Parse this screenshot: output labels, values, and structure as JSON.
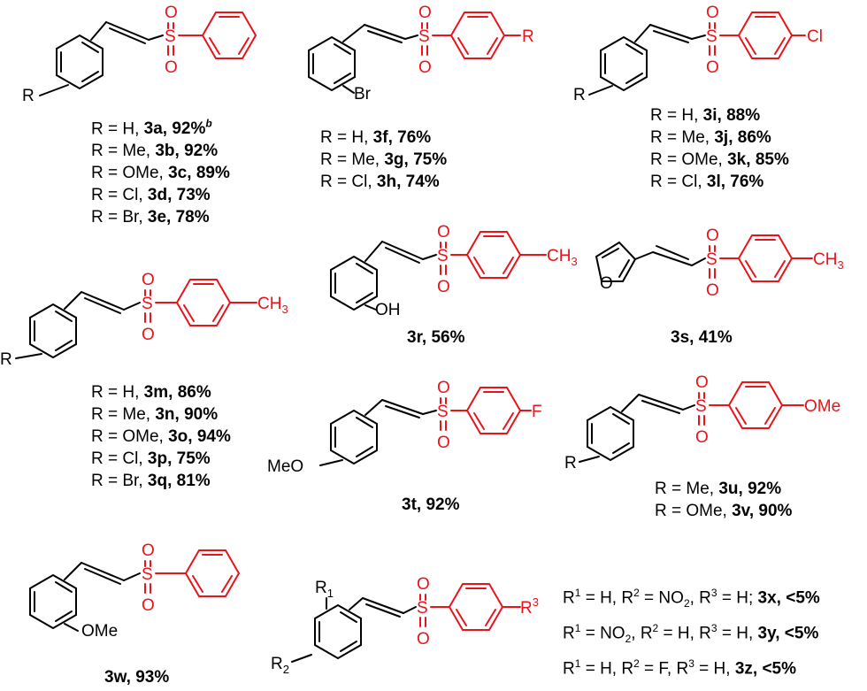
{
  "atoms": {
    "R": "R",
    "S": "S",
    "O": "O",
    "Br": "Br",
    "Cl": "Cl",
    "F": "F",
    "CH3": "CH",
    "CH3_sub": "3",
    "OH": "OH",
    "MeO": "MeO",
    "OMe": "OMe",
    "R1": "R",
    "R1_sub": "1",
    "R2": "R",
    "R2_sub": "2",
    "R3": "R",
    "R3_sup": "3"
  },
  "groups": {
    "g1": [
      {
        "pre": "R = H, ",
        "cpd": "3a",
        "yield": "92%",
        "note": "b"
      },
      {
        "pre": "R = Me, ",
        "cpd": "3b",
        "yield": "92%"
      },
      {
        "pre": "R = OMe, ",
        "cpd": "3c",
        "yield": "89%"
      },
      {
        "pre": "R = Cl, ",
        "cpd": "3d",
        "yield": "73%"
      },
      {
        "pre": "R = Br, ",
        "cpd": "3e",
        "yield": "78%"
      }
    ],
    "g2": [
      {
        "pre": "R = H, ",
        "cpd": "3f",
        "yield": "76%"
      },
      {
        "pre": "R = Me, ",
        "cpd": "3g",
        "yield": "75%"
      },
      {
        "pre": "R = Cl, ",
        "cpd": "3h",
        "yield": "74%"
      }
    ],
    "g3": [
      {
        "pre": "R = H, ",
        "cpd": "3i",
        "yield": "88%"
      },
      {
        "pre": "R = Me, ",
        "cpd": "3j",
        "yield": "86%"
      },
      {
        "pre": "R = OMe, ",
        "cpd": "3k",
        "yield": "85%"
      },
      {
        "pre": "R = Cl, ",
        "cpd": "3l",
        "yield": "76%"
      }
    ],
    "g4": [
      {
        "pre": "R = H, ",
        "cpd": "3m",
        "yield": "86%"
      },
      {
        "pre": "R = Me, ",
        "cpd": "3n",
        "yield": "90%"
      },
      {
        "pre": "R = OMe, ",
        "cpd": "3o",
        "yield": "94%"
      },
      {
        "pre": "R = Cl, ",
        "cpd": "3p",
        "yield": "75%"
      },
      {
        "pre": "R = Br, ",
        "cpd": "3q",
        "yield": "81%"
      }
    ],
    "g5": [
      {
        "pre": "R = Me, ",
        "cpd": "3u",
        "yield": "92%"
      },
      {
        "pre": "R = OMe, ",
        "cpd": "3v",
        "yield": "90%"
      }
    ]
  },
  "singles": {
    "r": "3r, 56%",
    "s": "3s, 41%",
    "t": "3t, 92%",
    "w": "3w, 93%"
  },
  "last": [
    {
      "a": "R",
      "a_sup": "1",
      "a_val": " = H, ",
      "b": "R",
      "b_sup": "2",
      "b_val": " = NO",
      "b_sub": "2",
      "c": ", R",
      "c_sup": "3",
      "c_val": " = H; ",
      "cpd": "3x, <5%"
    },
    {
      "a": "R",
      "a_sup": "1",
      "a_val": " = NO",
      "a_sub": "2",
      "a_val2": ", R",
      "b_sup": "2",
      "b_val": " = H, R",
      "c_sup": "3",
      "c_val": " = H, ",
      "cpd": "3y, <5%"
    },
    {
      "a": "R",
      "a_sup": "1",
      "a_val": " = H, R",
      "b_sup": "2",
      "b_val": " = F, R",
      "c_sup": "3",
      "c_val": " = H, ",
      "cpd": "3z, <5%"
    }
  ]
}
